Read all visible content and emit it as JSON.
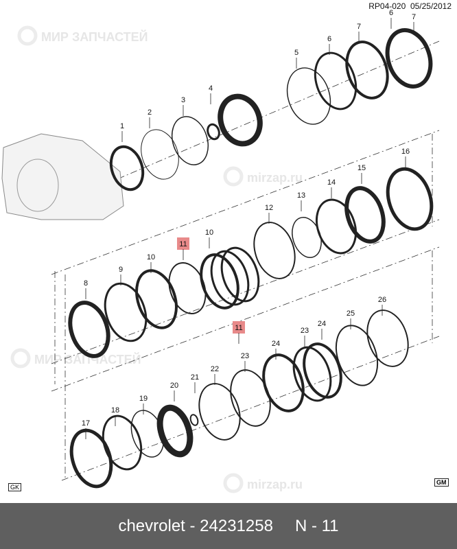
{
  "header": {
    "ref": "RP04-020",
    "date": "05/25/2012"
  },
  "callouts": [
    "1",
    "2",
    "3",
    "4",
    "5",
    "6",
    "7",
    "6",
    "7",
    "16",
    "15",
    "14",
    "13",
    "12",
    "10",
    "11",
    "9",
    "10",
    "8",
    "11",
    "26",
    "25",
    "24",
    "23",
    "24",
    "23",
    "22",
    "21",
    "20",
    "19",
    "18",
    "17"
  ],
  "highlighted_callout": "11",
  "highlight_color": "#e88a8a",
  "badges": {
    "left": "GK",
    "right": "GM"
  },
  "watermark": {
    "line1": "МИР",
    "line2": "ЗАПЧАСТЕЙ",
    "site": "mirzap.ru"
  },
  "footer": {
    "part": "chevrolet - 24231258",
    "item": "N - 11"
  },
  "colors": {
    "footer_bg": "#5f5f5f",
    "line": "#222222"
  }
}
